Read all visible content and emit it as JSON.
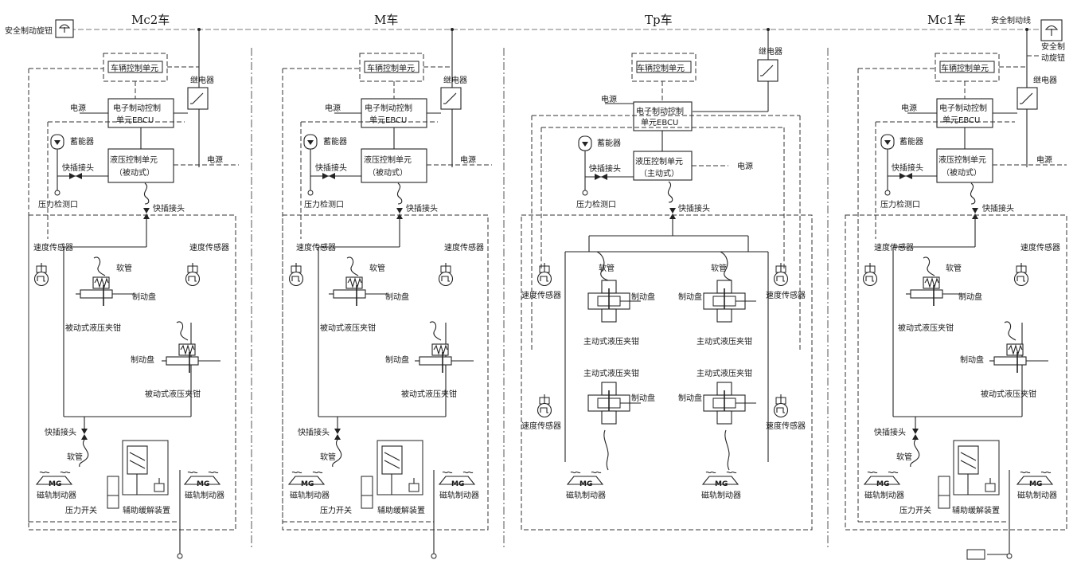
{
  "header": {
    "cars": [
      "Mc2车",
      "M车",
      "Tp车",
      "Mc1车"
    ],
    "safety_knob_left": "安全制动旋钮",
    "safety_line": "安全制动线",
    "safety_knob_right_1": "安全制",
    "safety_knob_right_2": "动旋钮"
  },
  "labels": {
    "vehicle_control_unit": "车辆控制单元",
    "relay": "继电器",
    "power": "电源",
    "ebcu_1": "电子制动控制",
    "ebcu_2": "单元EBCU",
    "accumulator": "蓄能器",
    "hcu_1": "液压控制单元",
    "hcu_passive": "（被动式）",
    "hcu_active": "（主动式）",
    "quick_coupling": "快插接头",
    "pressure_test_port": "压力检测口",
    "speed_sensor": "速度传感器",
    "hose": "软管",
    "brake_disc": "制动盘",
    "passive_caliper": "被动式液压夹钳",
    "active_caliper": "主动式液压夹钳",
    "mg": "MG",
    "track_brake": "磁轨制动器",
    "pressure_switch": "压力开关",
    "aux_release": "辅助缓解装置"
  }
}
